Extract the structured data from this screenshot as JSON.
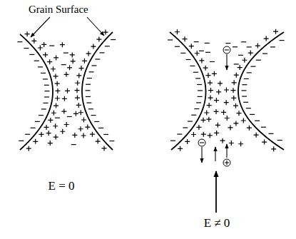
{
  "diagram": {
    "labels": [
      "Grain Surface",
      "E = 0",
      "E ≠ 0"
    ]
  }
}
